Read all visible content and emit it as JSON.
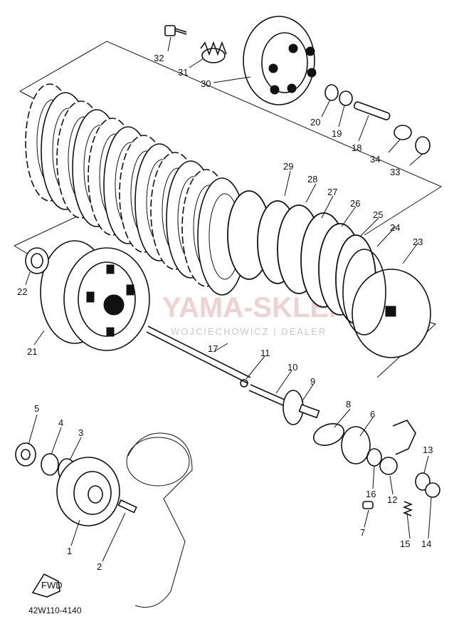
{
  "diagram": {
    "drawing_code": "42W110-4140",
    "direction_marker": "FWD",
    "watermark_main": "YAMA-SKLEP",
    "watermark_sub": "WOJCIECHOWICZ | DEALER",
    "colors": {
      "ink": "#111111",
      "watermark": "#d08080",
      "watermark_sub": "#c8c8c8",
      "background": "#ffffff"
    },
    "callouts": [
      {
        "id": "c1",
        "text": "1"
      },
      {
        "id": "c2",
        "text": "2"
      },
      {
        "id": "c3",
        "text": "3"
      },
      {
        "id": "c4",
        "text": "4"
      },
      {
        "id": "c5",
        "text": "5"
      },
      {
        "id": "c6",
        "text": "6"
      },
      {
        "id": "c7",
        "text": "7"
      },
      {
        "id": "c8",
        "text": "8"
      },
      {
        "id": "c9",
        "text": "9"
      },
      {
        "id": "c10",
        "text": "10"
      },
      {
        "id": "c11",
        "text": "11"
      },
      {
        "id": "c12",
        "text": "12"
      },
      {
        "id": "c13",
        "text": "13"
      },
      {
        "id": "c14",
        "text": "14"
      },
      {
        "id": "c15",
        "text": "15"
      },
      {
        "id": "c16",
        "text": "16"
      },
      {
        "id": "c17",
        "text": "17"
      },
      {
        "id": "c18",
        "text": "18"
      },
      {
        "id": "c19",
        "text": "19"
      },
      {
        "id": "c20",
        "text": "20"
      },
      {
        "id": "c21",
        "text": "21"
      },
      {
        "id": "c22",
        "text": "22"
      },
      {
        "id": "c23",
        "text": "23"
      },
      {
        "id": "c24",
        "text": "24"
      },
      {
        "id": "c25",
        "text": "25"
      },
      {
        "id": "c26",
        "text": "26"
      },
      {
        "id": "c27",
        "text": "27"
      },
      {
        "id": "c28",
        "text": "28"
      },
      {
        "id": "c29",
        "text": "29"
      },
      {
        "id": "c30",
        "text": "30"
      },
      {
        "id": "c31",
        "text": "31"
      },
      {
        "id": "c32",
        "text": "32"
      },
      {
        "id": "c33",
        "text": "33"
      },
      {
        "id": "c34",
        "text": "34"
      }
    ]
  }
}
